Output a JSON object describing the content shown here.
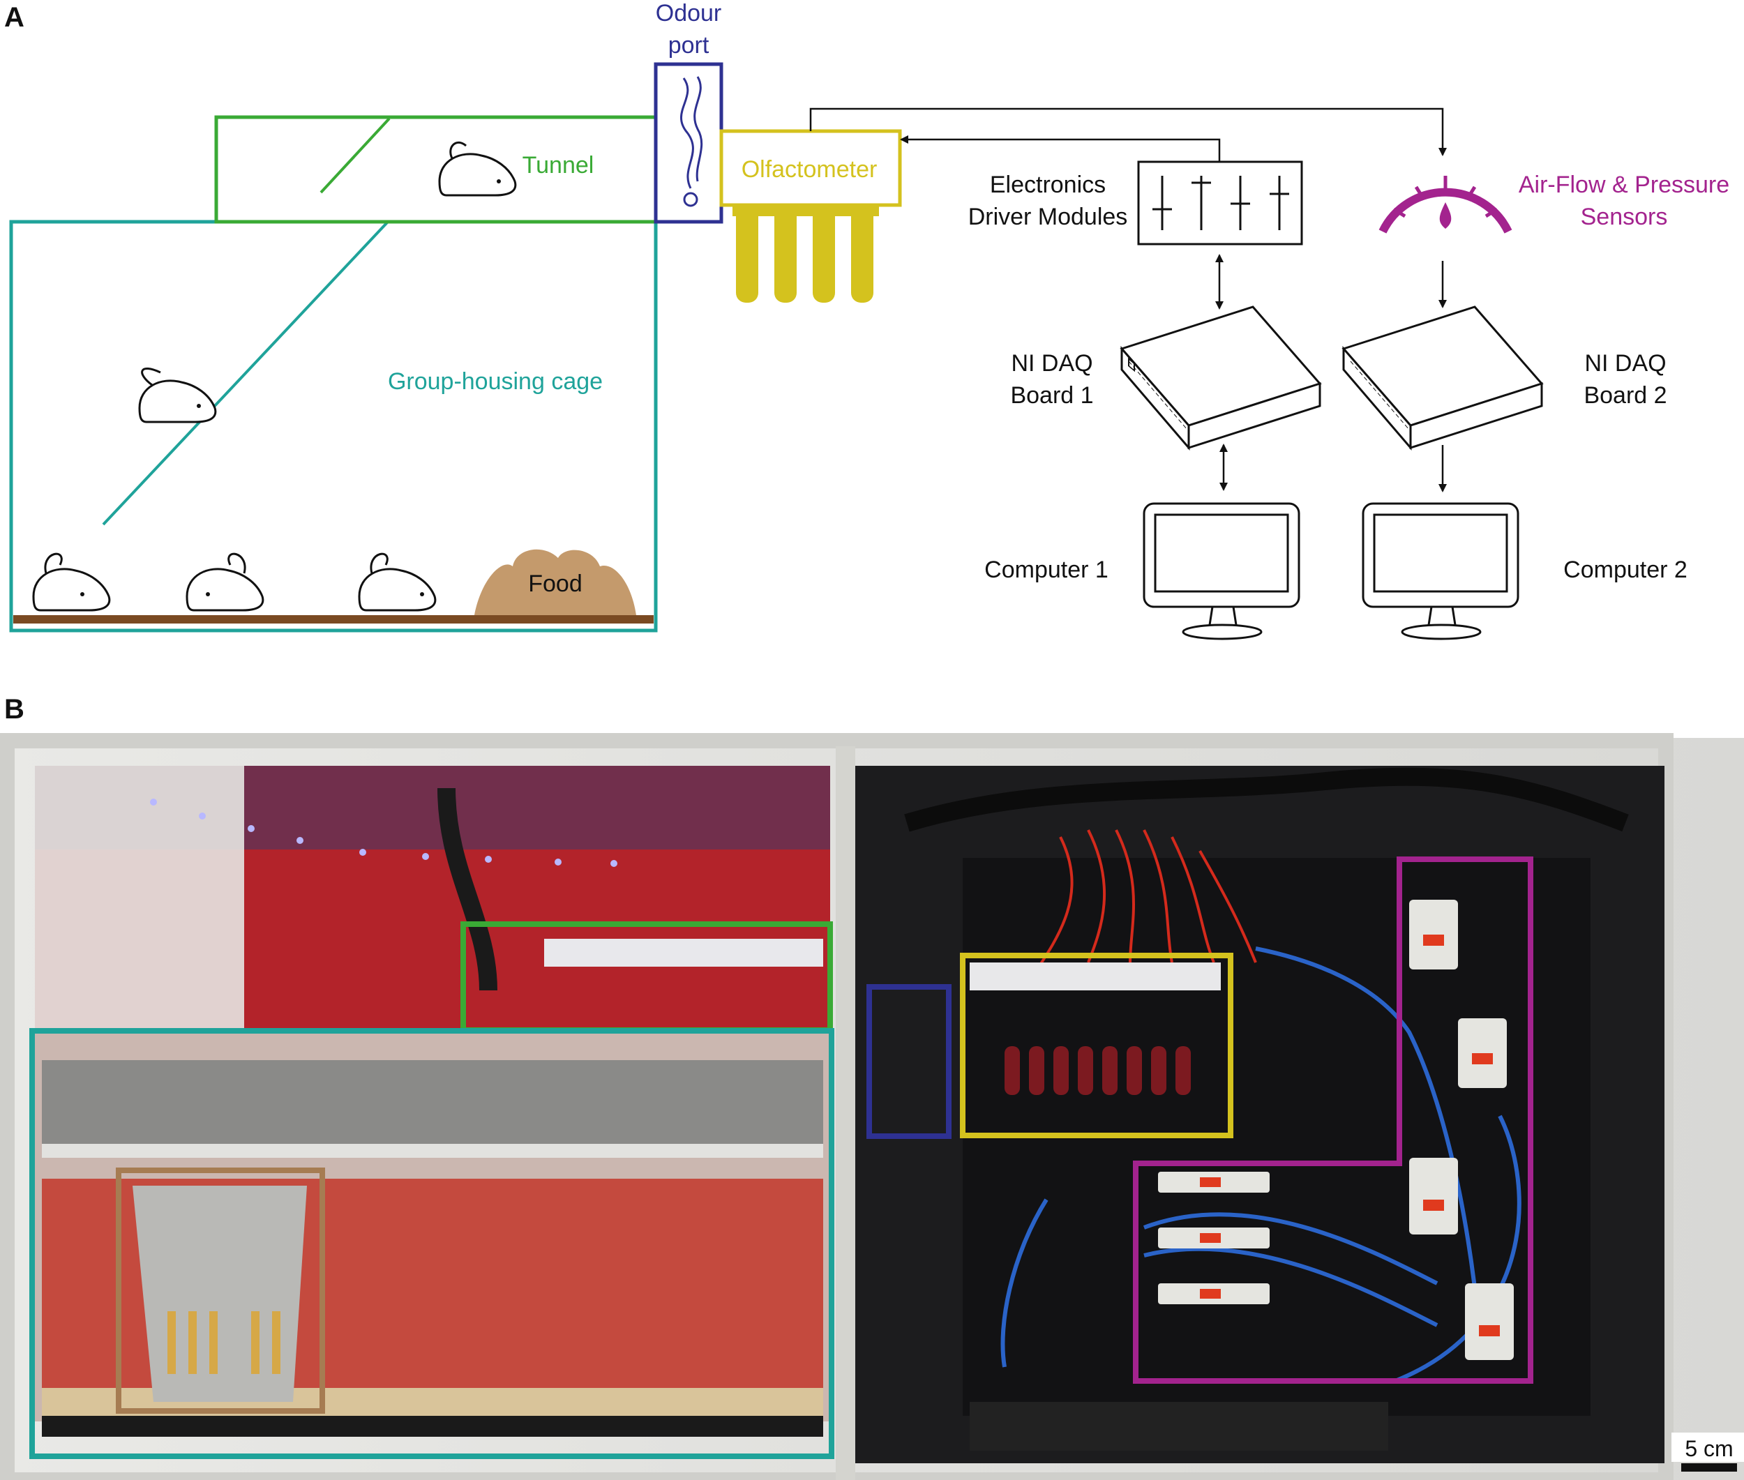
{
  "panel_a": {
    "letter": "A",
    "labels": {
      "odour_port_line1": "Odour",
      "odour_port_line2": "port",
      "tunnel": "Tunnel",
      "olfactometer": "Olfactometer",
      "electronics_line1": "Electronics",
      "electronics_line2": "Driver Modules",
      "sensors_line1": "Air-Flow & Pressure",
      "sensors_line2": "Sensors",
      "cage": "Group-housing cage",
      "daq1_line1": "NI DAQ",
      "daq1_line2": "Board 1",
      "daq2_line1": "NI DAQ",
      "daq2_line2": "Board 2",
      "food": "Food",
      "computer1": "Computer 1",
      "computer2": "Computer 2"
    },
    "colors": {
      "tunnel": "#3aaa35",
      "odour_port": "#2e3192",
      "olfactometer": "#d4c21e",
      "sensors": "#a3238e",
      "cage": "#1fa39a",
      "food": "#c49a6c",
      "floor": "#7a4a22"
    }
  },
  "panel_b": {
    "letter": "B",
    "scale_bar": "5 cm",
    "colors": {
      "tunnel": "#3aaa35",
      "cage": "#1fa39a",
      "food": "#a67c52",
      "odour_port": "#2e3192",
      "olfactometer": "#d4c21e",
      "sensors": "#a3238e"
    }
  }
}
